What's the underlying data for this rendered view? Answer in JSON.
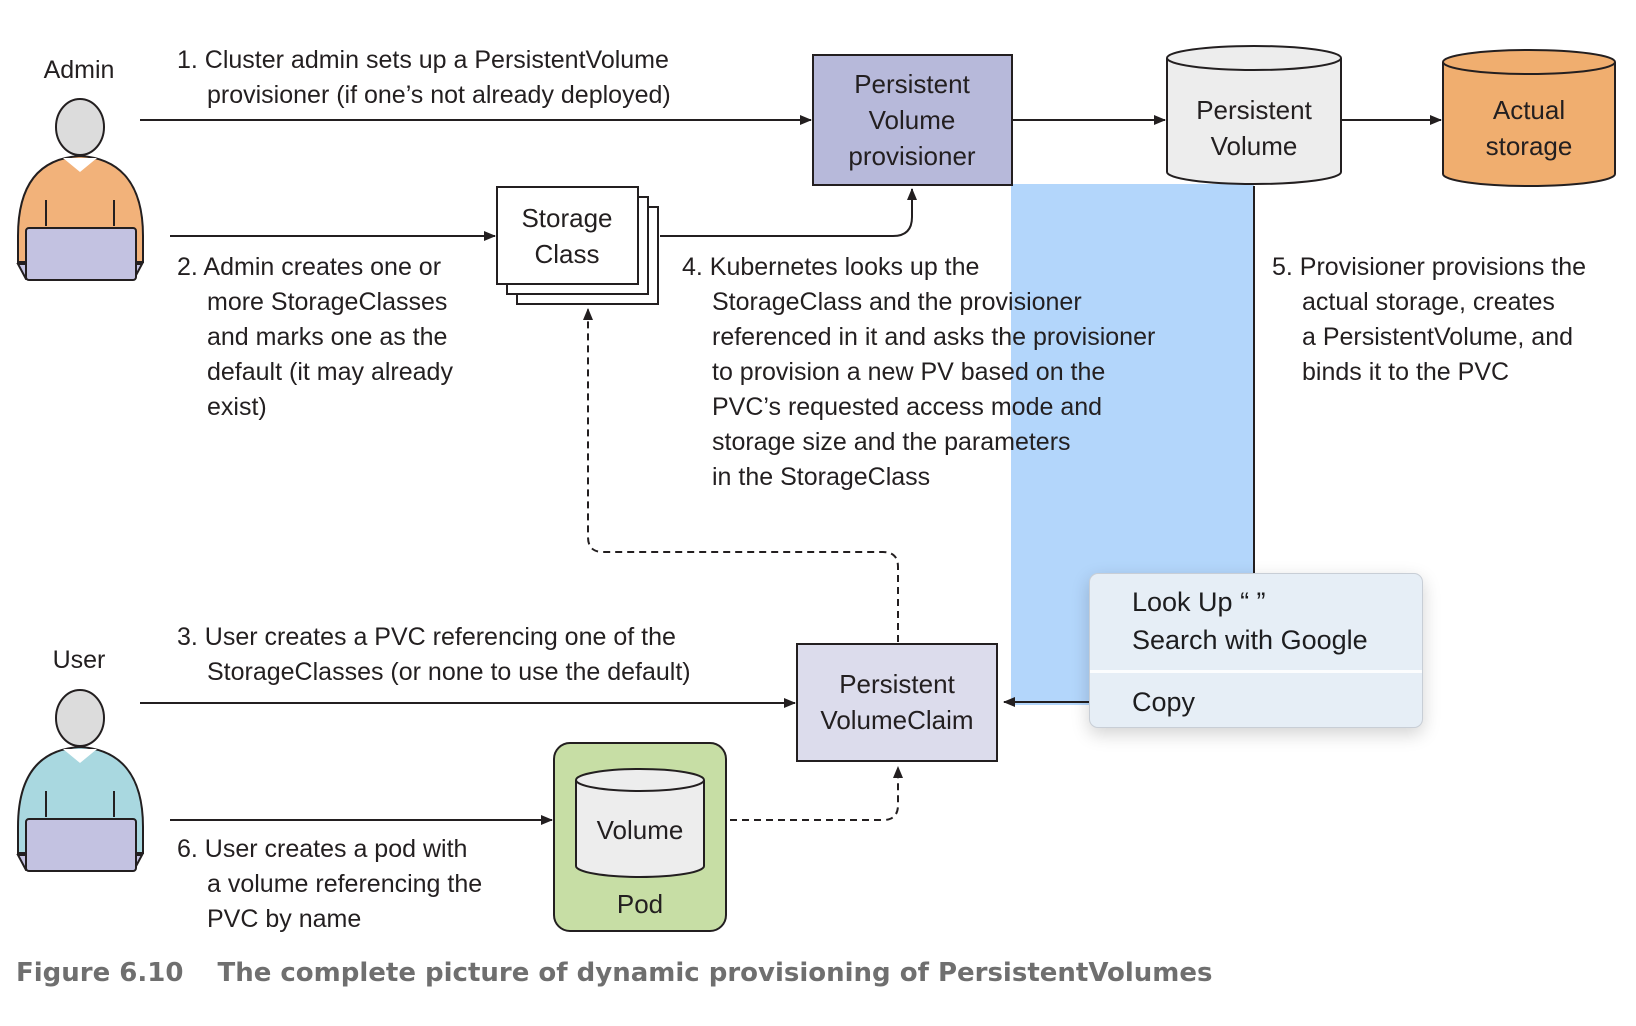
{
  "actors": {
    "admin": "Admin",
    "user": "User"
  },
  "steps": {
    "s1": [
      "1. Cluster admin sets up a PersistentVolume",
      "provisioner (if one’s not already deployed)"
    ],
    "s2": [
      "2. Admin creates one or",
      "more StorageClasses",
      "and marks one as the",
      "default (it may already",
      "exist)"
    ],
    "s3": [
      "3. User creates a PVC referencing one of the",
      "StorageClasses (or none to use the default)"
    ],
    "s4": [
      "4. Kubernetes looks up the",
      "StorageClass and the provisioner",
      "referenced in it and asks the provisioner",
      "to provision a new PV based on the",
      "PVC’s requested access mode and",
      "storage size and the parameters",
      "in the StorageClass"
    ],
    "s5": [
      "5. Provisioner provisions the",
      "actual storage, creates",
      "a PersistentVolume, and",
      "binds it to the PVC"
    ],
    "s6": [
      "6. User creates a pod with",
      "a volume referencing the",
      "PVC by name"
    ]
  },
  "boxes": {
    "provisioner": [
      "Persistent",
      "Volume",
      "provisioner"
    ],
    "storage_class": [
      "Storage",
      "Class"
    ],
    "persistent_volume": [
      "Persistent",
      "Volume"
    ],
    "actual_storage": [
      "Actual",
      "storage"
    ],
    "pvc": [
      "Persistent",
      "VolumeClaim"
    ],
    "volume": "Volume",
    "pod": "Pod"
  },
  "colors": {
    "admin_shirt": "#f2b27a",
    "user_shirt": "#a9d8e0",
    "laptop": "#c3c2e1",
    "provisioner_fill": "#b7b9da",
    "pvc_fill": "#dcdcec",
    "pv_fill": "#ededed",
    "storage_fill": "#f0ae6f",
    "pod_fill": "#c7dea5",
    "selection": "#b3d6fb",
    "caption": "#6f6f6f"
  },
  "context_menu": {
    "items": [
      {
        "label": "Look Up “ ”"
      },
      {
        "label": "Search with Google"
      },
      {
        "label": "Copy"
      }
    ]
  },
  "caption": {
    "number": "Figure 6.10",
    "text": "The complete picture of dynamic provisioning of PersistentVolumes"
  }
}
